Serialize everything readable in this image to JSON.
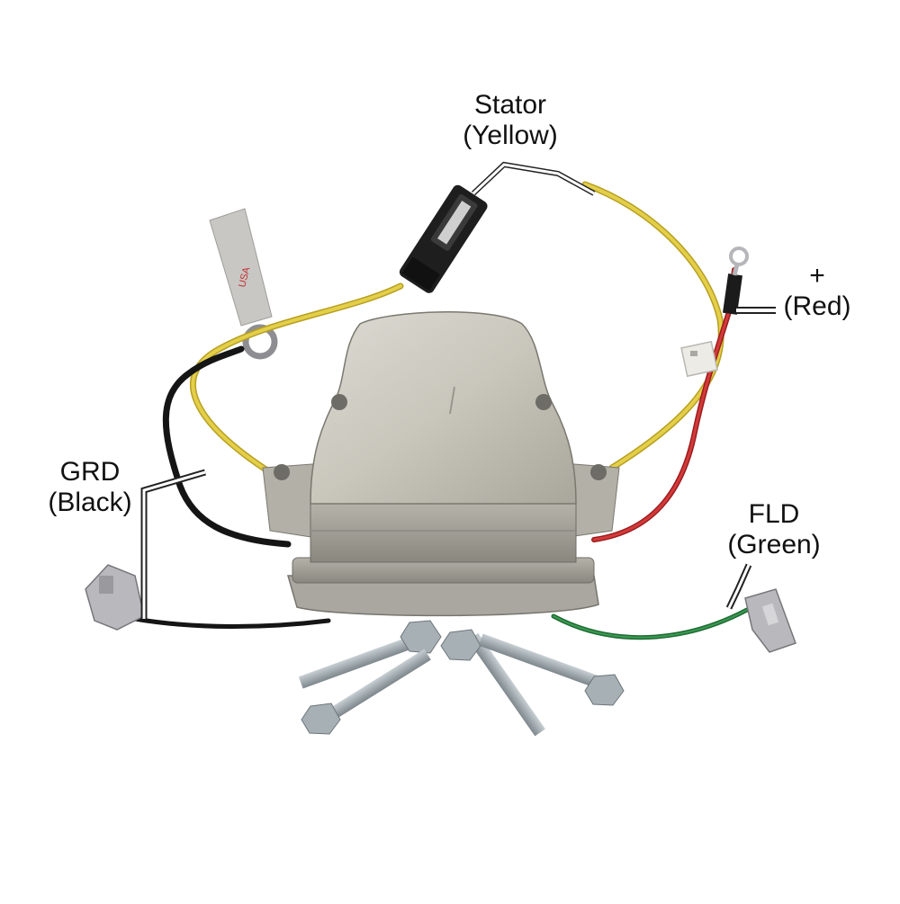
{
  "labels": {
    "stator": {
      "name": "Stator",
      "color": "(Yellow)"
    },
    "positive": {
      "name": "+",
      "color": "(Red)"
    },
    "ground": {
      "name": "GRD",
      "color": "(Black)"
    },
    "field": {
      "name": "FLD",
      "color": "(Green)"
    }
  },
  "tag_text": "USA",
  "colors": {
    "stator_wire": "#d8c33a",
    "positive_wire": "#c8282a",
    "ground_wire": "#151515",
    "field_wire": "#2a7d3f",
    "housing": "#c9c6bc",
    "terminal": "#b9b9bd",
    "screw": "#9fa8ad"
  }
}
